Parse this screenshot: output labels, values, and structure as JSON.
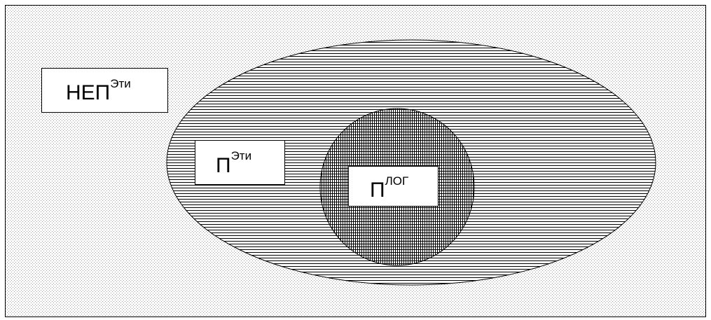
{
  "diagram": {
    "outer_set": {
      "base": "НЕП",
      "sup": "Эти"
    },
    "ellipse_set": {
      "base": "П",
      "sup": "Эти"
    },
    "circle_set": {
      "base": "П",
      "sup": "ЛОГ"
    }
  },
  "colors": {
    "background": "#ffffff",
    "stroke": "#000000",
    "dot_pattern": "#9a9a9a",
    "hatch": "#000000"
  }
}
